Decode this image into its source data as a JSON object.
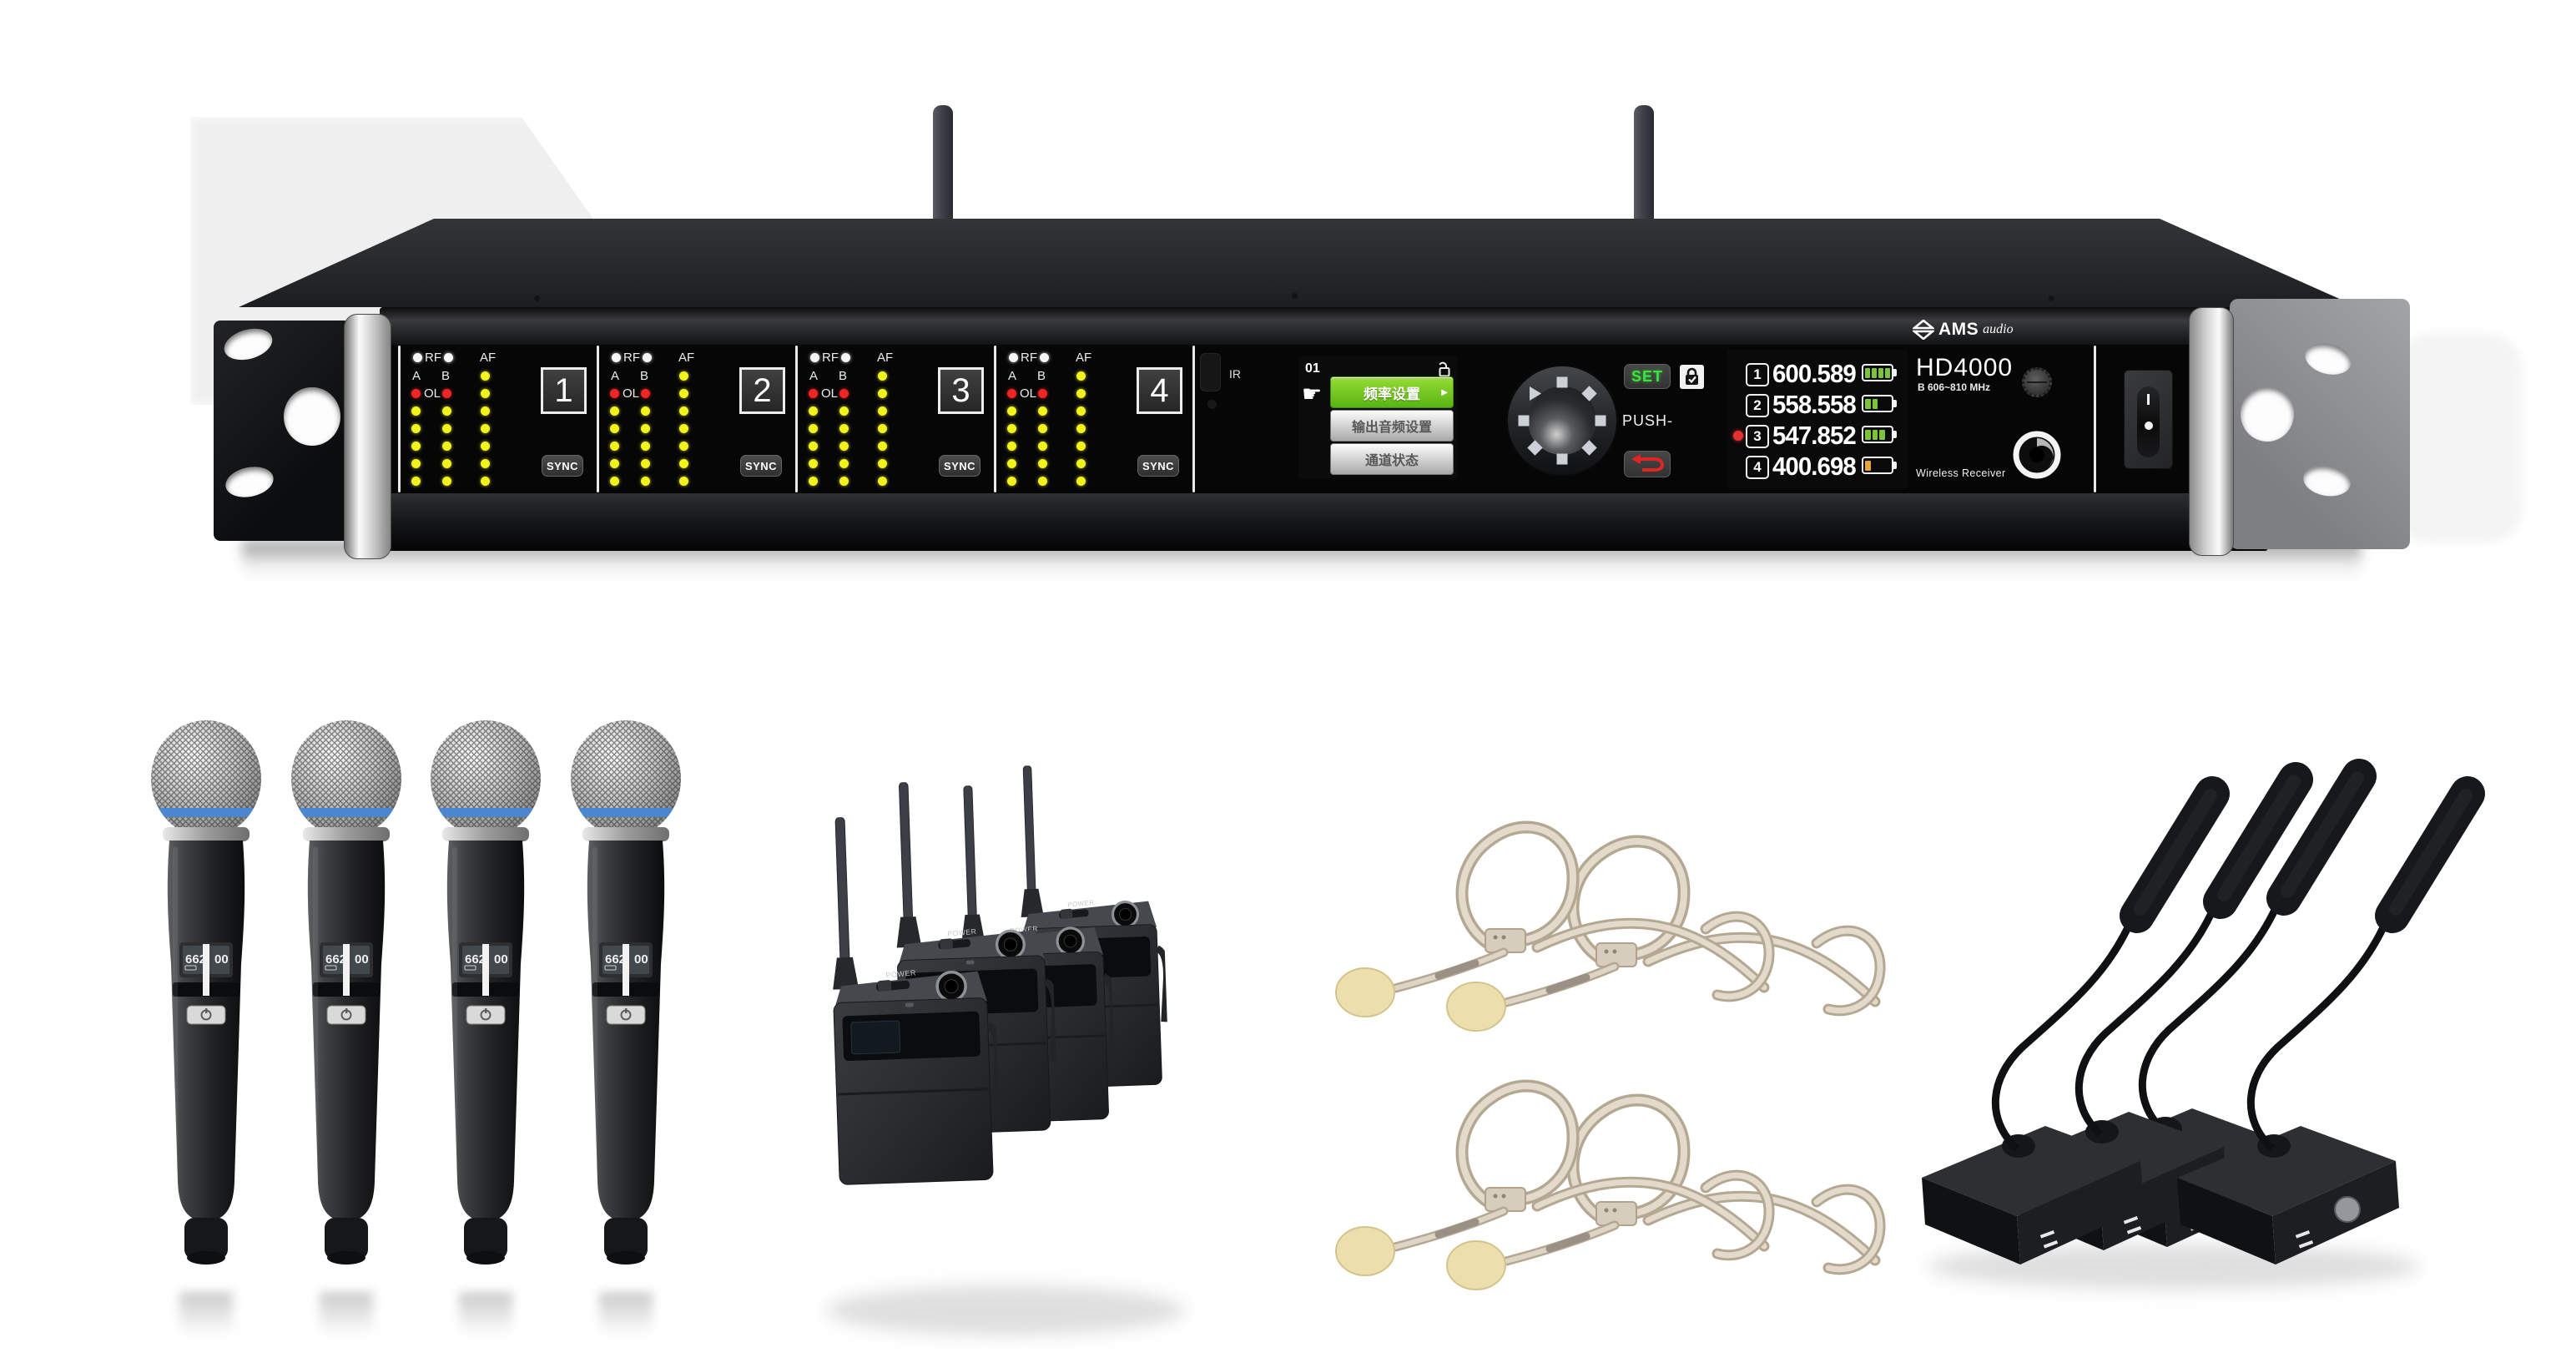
{
  "scene": {
    "description": "AMS audio HD4000 four-channel wireless microphone system with rack receiver, handheld, bodypack, headset and gooseneck transmitters"
  },
  "colors": {
    "led_yellow": "#f2f21c",
    "led_red": "#ee2525",
    "led_white": "#f6f6f6",
    "menu_selected_green": "#6fc41c",
    "set_text_green": "#38e53d",
    "return_arrow_red": "#e02525",
    "battery_green": "#7cc43a",
    "battery_orange": "#e8a438",
    "handheld_ring_blue": "#4b87cf",
    "headset_beige": "#ddd3c3"
  },
  "receiver": {
    "brand": {
      "name": "AMS",
      "suffix": "audio",
      "logo_icon": "diamond-logo"
    },
    "model": "HD4000",
    "band": "B 606~810 MHz",
    "product_type": "Wireless Receiver",
    "ir_label": "IR",
    "set_label": "SET",
    "push_label": "PUSH-",
    "channel_strips": [
      {
        "number": "1",
        "rf": "RF",
        "af": "AF",
        "a": "A",
        "b": "B",
        "ol": "OL",
        "sync": "SYNC",
        "meter": {
          "af": 7,
          "a": 5,
          "b": 5
        }
      },
      {
        "number": "2",
        "rf": "RF",
        "af": "AF",
        "a": "A",
        "b": "B",
        "ol": "OL",
        "sync": "SYNC",
        "meter": {
          "af": 7,
          "a": 5,
          "b": 5
        }
      },
      {
        "number": "3",
        "rf": "RF",
        "af": "AF",
        "a": "A",
        "b": "B",
        "ol": "OL",
        "sync": "SYNC",
        "meter": {
          "af": 7,
          "a": 5,
          "b": 5
        }
      },
      {
        "number": "4",
        "rf": "RF",
        "af": "AF",
        "a": "A",
        "b": "B",
        "ol": "OL",
        "sync": "SYNC",
        "meter": {
          "af": 7,
          "a": 5,
          "b": 5
        }
      }
    ],
    "menu_screen": {
      "channel": "01",
      "lock_state": "unlocked",
      "cursor_icon": "hand-pointer",
      "cursor_glyph": "☛",
      "submenu_arrow": "▶",
      "items": [
        {
          "label": "频率设置",
          "selected": true
        },
        {
          "label": "输出音频设置",
          "selected": false
        },
        {
          "label": "通道状态",
          "selected": false
        }
      ]
    },
    "frequency_display": [
      {
        "channel": "1",
        "frequency": "600.589",
        "battery_bars": 4,
        "battery_level": "full",
        "active": false
      },
      {
        "channel": "2",
        "frequency": "558.558",
        "battery_bars": 2,
        "battery_level": "medium",
        "active": false
      },
      {
        "channel": "3",
        "frequency": "547.852",
        "battery_bars": 3,
        "battery_level": "high",
        "active": true
      },
      {
        "channel": "4",
        "frequency": "400.698",
        "battery_bars": 1,
        "battery_level": "low",
        "active": false
      }
    ]
  },
  "transmitters": {
    "handheld": {
      "count": 4,
      "display_left": "662",
      "display_right": "00"
    },
    "bodypack": {
      "count": 4,
      "power_label": "POWER"
    },
    "headset": {
      "count": 4
    },
    "gooseneck": {
      "count": 4
    }
  }
}
